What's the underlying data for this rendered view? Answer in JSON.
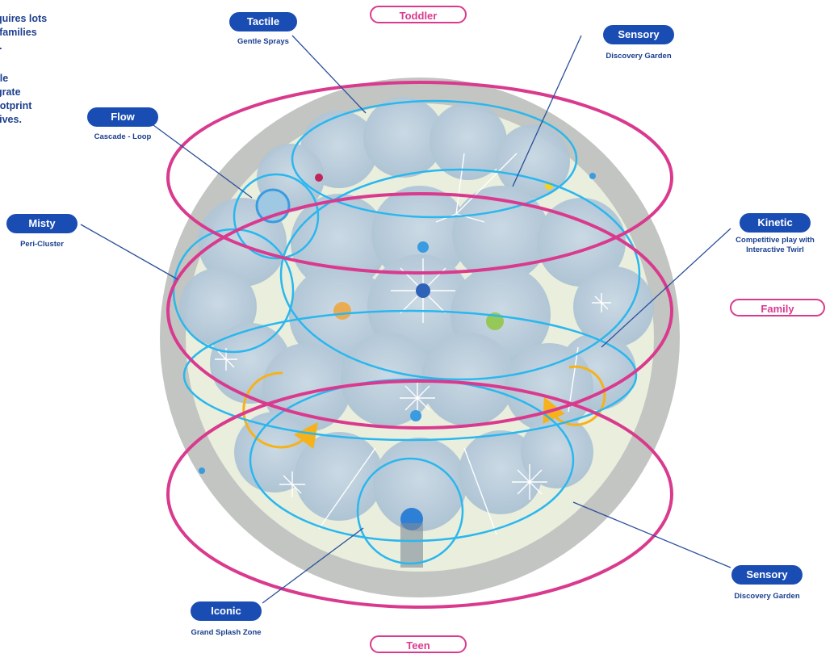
{
  "intro_text": {
    "paragraph1": "equires lots\np families\nts.",
    "paragraph2": "ittle\negrate\n footprint\nctives."
  },
  "age_groups": {
    "toddler": "Toddler",
    "family": "Family",
    "teen": "Teen"
  },
  "zones": {
    "tactile": {
      "label": "Tactile",
      "sublabel": "Gentle Sprays"
    },
    "sensory_top": {
      "label": "Sensory",
      "sublabel": "Discovery Garden"
    },
    "flow": {
      "label": "Flow",
      "sublabel": "Cascade - Loop"
    },
    "misty": {
      "label": "Misty",
      "sublabel": "Peri-Cluster"
    },
    "kinetic": {
      "label": "Kinetic",
      "sublabel": "Competitive play with\nInteractive Twirl"
    },
    "sensory_bottom": {
      "label": "Sensory",
      "sublabel": "Discovery Garden"
    },
    "iconic": {
      "label": "Iconic",
      "sublabel": "Grand Splash Zone"
    }
  },
  "colors": {
    "label_pill": "#1a4db3",
    "age_ring": "#d93a8e",
    "zone_ring": "#2ab7ee",
    "rotation_arrow": "#f5b21b",
    "plaza_outer": "#bfc3bf",
    "pool_water": "#bdd0de"
  }
}
